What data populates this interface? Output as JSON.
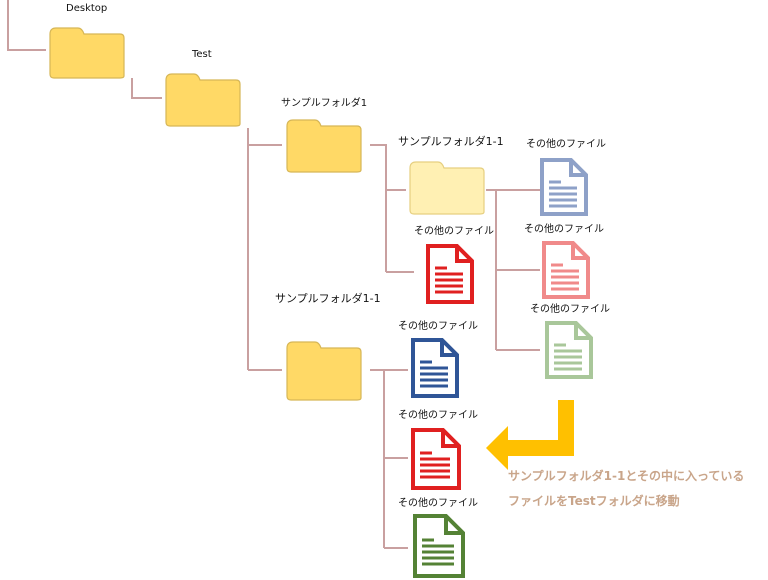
{
  "labels": {
    "desktop": "Desktop",
    "test": "Test",
    "sample_folder_1": "サンプルフォルダ1",
    "sample_folder_1_1_inner": "サンプルフォルダ1-1",
    "sample_folder_1_1_moved": "サンプルフォルダ1-1",
    "other_file": "その他のファイル"
  },
  "note": {
    "line1": "サンプルフォルダ1-1とその中に入っている",
    "line2": "ファイルをTestフォルダに移動"
  },
  "colors": {
    "tree_line": "#c9a0a0",
    "folder_fill": "#ffd966",
    "folder_stroke": "#d6b656",
    "folder_faded_fill": "#fff0b3",
    "folder_faded_stroke": "#e6cf80",
    "arrow": "#ffc000",
    "file_red": "#e02020",
    "file_blue": "#2f5597",
    "file_green": "#548235",
    "file_faded_blue": "#8ea1c8",
    "file_faded_red": "#f08a8a",
    "file_faded_green": "#a9c79a",
    "note_text": "#c9a58a"
  },
  "icons": {
    "folder": "folder-icon",
    "file": "document-icon",
    "arrow": "bent-arrow-icon"
  }
}
